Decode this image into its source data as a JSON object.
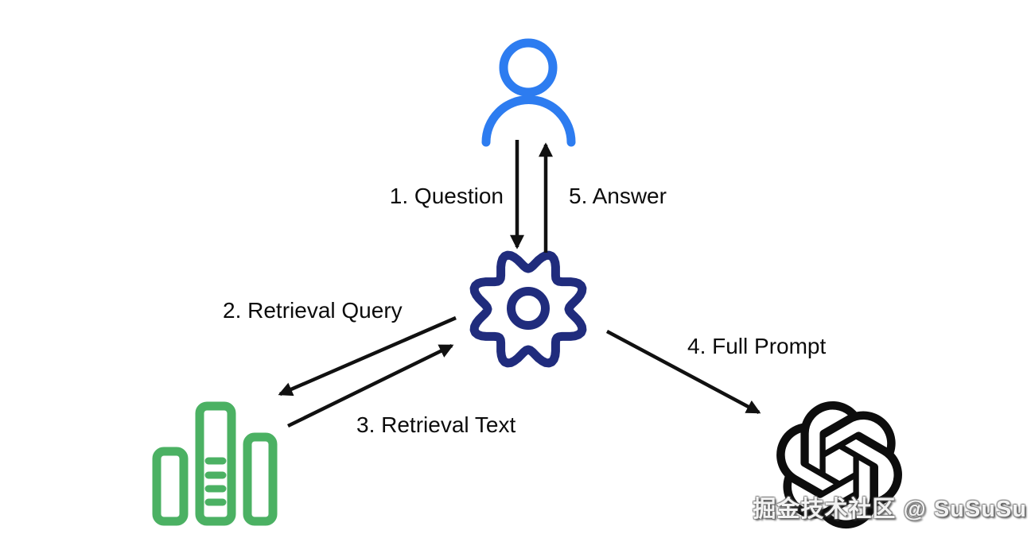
{
  "labels": {
    "question": "1. Question",
    "answer": "5. Answer",
    "retrieval_query": "2. Retrieval Query",
    "retrieval_text": "3. Retrieval Text",
    "full_prompt": "4. Full Prompt"
  },
  "icons": {
    "user": "user-icon",
    "gear": "gear-icon",
    "database": "database-bars-icon",
    "openai": "openai-logo-icon"
  },
  "colors": {
    "user_blue": "#2D7CF0",
    "gear_navy": "#202C7D",
    "database_green": "#4BB163",
    "arrow_black": "#111111",
    "logo_black": "#0d0d0d"
  },
  "watermark": {
    "text": "掘金技术社区 @ SuSuSu"
  }
}
